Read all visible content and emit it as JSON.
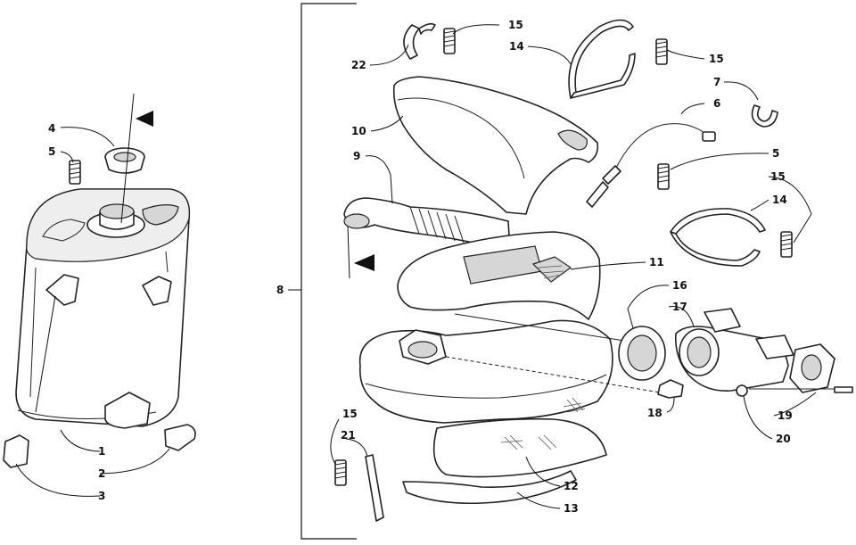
{
  "callouts": {
    "c1": "1",
    "c2": "2",
    "c3": "3",
    "c4": "4",
    "c5a": "5",
    "c5b": "5",
    "c6": "6",
    "c7": "7",
    "c8": "8",
    "c9": "9",
    "c10": "10",
    "c11": "11",
    "c12": "12",
    "c13": "13",
    "c14a": "14",
    "c14b": "14",
    "c15a": "15",
    "c15b": "15",
    "c15c": "15",
    "c15d": "15",
    "c16": "16",
    "c17": "17",
    "c18": "18",
    "c19": "19",
    "c20": "20",
    "c21": "21",
    "c22": "22"
  }
}
